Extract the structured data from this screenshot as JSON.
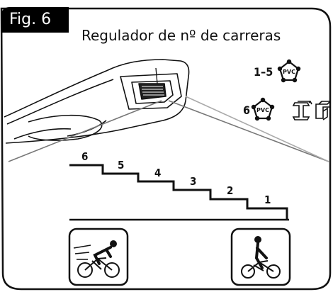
{
  "figure": {
    "tab_label": "Fig. 6",
    "title": "Regulador de nº de carreras"
  },
  "settings": {
    "row1_label": "1–5",
    "row2_label": "6",
    "badge_text": "PVC"
  },
  "stairs": {
    "steps": [
      "6",
      "5",
      "4",
      "3",
      "2",
      "1"
    ]
  },
  "icons": {
    "left": "sprinting-cyclist-icon",
    "right": "relaxed-cyclist-icon",
    "material_icons": [
      "steel-beam-icon",
      "corner-profile-icon"
    ]
  },
  "colors": {
    "ink": "#111111",
    "fill": "#000000",
    "background": "#ffffff"
  }
}
